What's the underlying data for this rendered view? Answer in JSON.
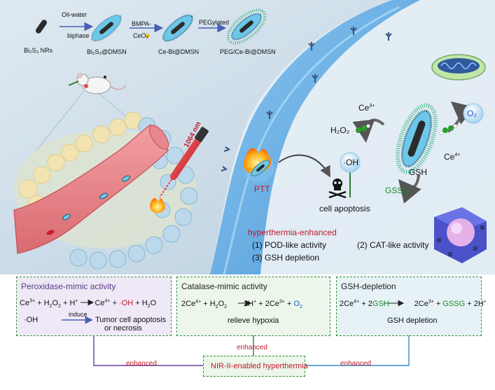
{
  "synthesis": {
    "nrs": "Bi₂S₃ NRs",
    "step1": "Oil-water",
    "step1b": "biphase",
    "dmsn": "Bi₂S₃@DMSN",
    "step2": "BMPA-",
    "step2b": "CeO₂",
    "cebi": "Ce-Bi@DMSN",
    "step3": "PEGylated",
    "peg": "PEG/Ce-Bi@DMSN"
  },
  "laser": "1064 nm",
  "cell": {
    "ce3": "Ce",
    "ce3_sup": "3+",
    "h2o2": "H₂O₂",
    "o2": "O₂",
    "ce4": "Ce",
    "ce4_sup": "4+",
    "oh": "·OH",
    "gsh": "GSH",
    "gssg": "GSSG",
    "ptt": "PTT",
    "apoptosis": "cell apoptosis"
  },
  "enhanced_list": {
    "title": "hyperthermia-enhanced",
    "item1": "(1) POD-like activity",
    "item2": "(2) CAT-like activity",
    "item3": "(3) GSH depletion"
  },
  "panels": {
    "pod": {
      "title": "Peroxidase-mimic activity",
      "induce": "induce",
      "oh": "·OH",
      "result1": "Tumor cell apoptosis",
      "result2": "or necrosis"
    },
    "cat": {
      "title": "Catalase-mimic activity",
      "note": "relieve hypoxia"
    },
    "gsh": {
      "title": "GSH-depletion",
      "note": "GSH depletion"
    }
  },
  "bottom": {
    "center": "NIR-II-enabled hyperthermia",
    "left_link": "enhanced",
    "mid_link": "enhanced",
    "right_link": "enhanced"
  },
  "colors": {
    "accent_red": "#c0182a",
    "oxygen_blue": "#1d4fd1",
    "gsh_green": "#1a8a2a",
    "panel_border": "#2f8a3a",
    "pod_fill": "#efe8f6",
    "cat_fill": "#ecf6ea",
    "gsh_fill": "#e6f2f5"
  }
}
